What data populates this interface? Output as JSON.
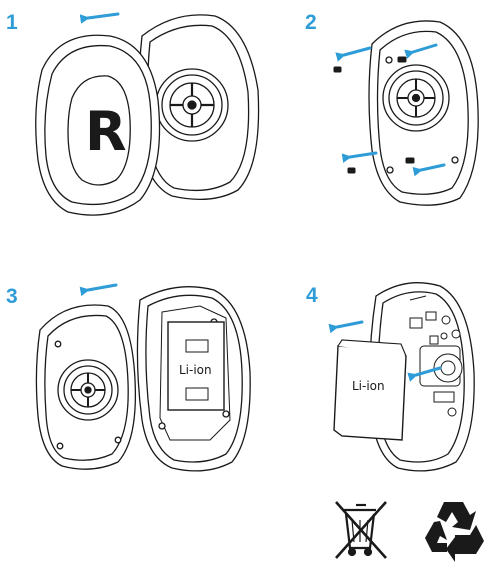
{
  "steps": [
    {
      "number": "1"
    },
    {
      "number": "2"
    },
    {
      "number": "3"
    },
    {
      "number": "4"
    }
  ],
  "earcup_letter": "R",
  "battery_label": "Li-ion",
  "colors": {
    "step_number": "#2e9cd6",
    "arrow": "#2e9cd6",
    "outline": "#1a1a1a",
    "background": "#ffffff"
  },
  "icons": [
    "crossed-out-wheeled-bin-icon",
    "recycle-icon"
  ]
}
